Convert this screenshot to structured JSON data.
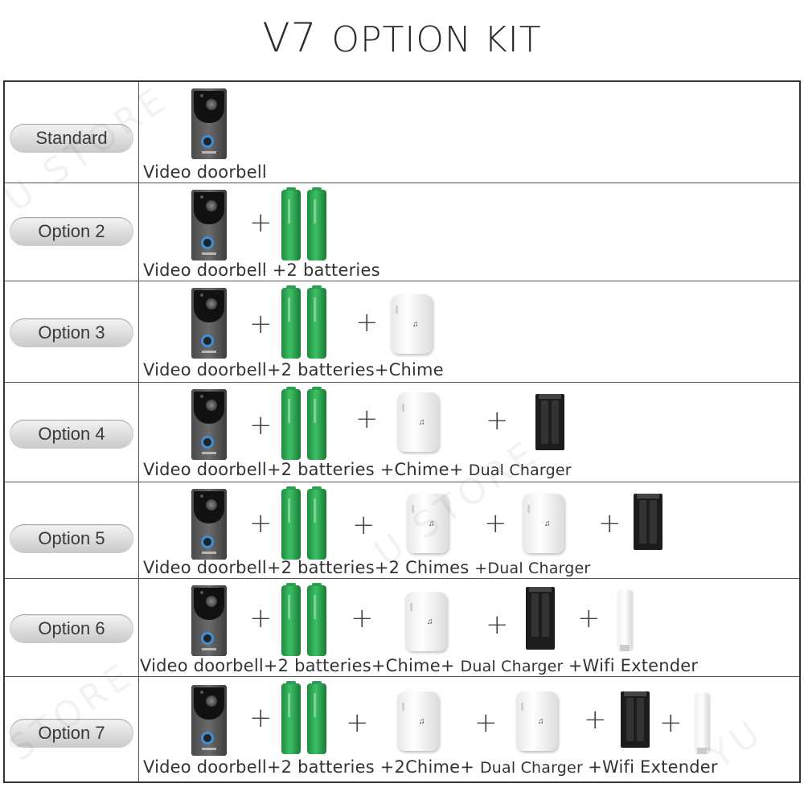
{
  "title": {
    "model": "V7",
    "text": "OPTION KIT"
  },
  "watermarks": [
    "U STORE",
    "U STORE",
    "STORE",
    "YU"
  ],
  "icons": [
    "doorbell-icon",
    "battery-icon",
    "chime-icon",
    "charger-icon",
    "wifi-extender-icon"
  ],
  "accent_colors": {
    "battery_green": "#2aa050",
    "doorbell_ring": "#3f8fd8"
  },
  "rows": [
    {
      "label": "Standard",
      "caption": "Video doorbell"
    },
    {
      "label": "Option 2",
      "caption": "Video doorbell +2 batteries"
    },
    {
      "label": "Option 3",
      "caption": "Video doorbell+2 batteries+Chime"
    },
    {
      "label": "Option 4",
      "caption_main": "Video doorbell+2 batteries +Chime+",
      "caption_small": " Dual Charger"
    },
    {
      "label": "Option 5",
      "caption_main": "Video doorbell+2 batteries+2 Chimes ",
      "caption_small": "+Dual Charger"
    },
    {
      "label": "Option 6",
      "caption_main": "Video doorbell+2 batteries+Chime+ ",
      "caption_small": "Dual Charger ",
      "caption_tail": "+Wifi Extender"
    },
    {
      "label": "Option 7",
      "caption_main": "Video doorbell+2 batteries +2Chime+ ",
      "caption_small": "Dual Charger ",
      "caption_tail": "+Wifi Extender"
    }
  ]
}
